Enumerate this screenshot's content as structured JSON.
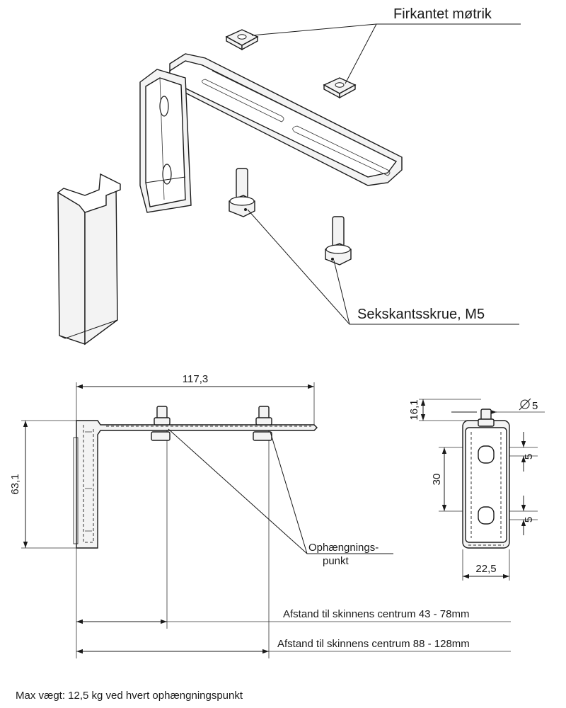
{
  "labels": {
    "square_nut": "Firkantet møtrik",
    "hex_screw": "Sekskantsskrue, M5",
    "suspension_line1": "Ophængnings-",
    "suspension_line2": "punkt"
  },
  "dimensions": {
    "length": "117,3",
    "height": "63,1",
    "top_offset": "16,1",
    "slot_spacing": "30",
    "slot_upper": "5",
    "slot_lower": "5",
    "diameter": "5",
    "width": "22,5"
  },
  "distances": {
    "short": "Afstand til skinnens centrum 43 - 78mm",
    "long": "Afstand til skinnens centrum 88 - 128mm"
  },
  "footer": {
    "max_weight": "Max vægt: 12,5 kg ved hvert ophængningspunkt"
  }
}
